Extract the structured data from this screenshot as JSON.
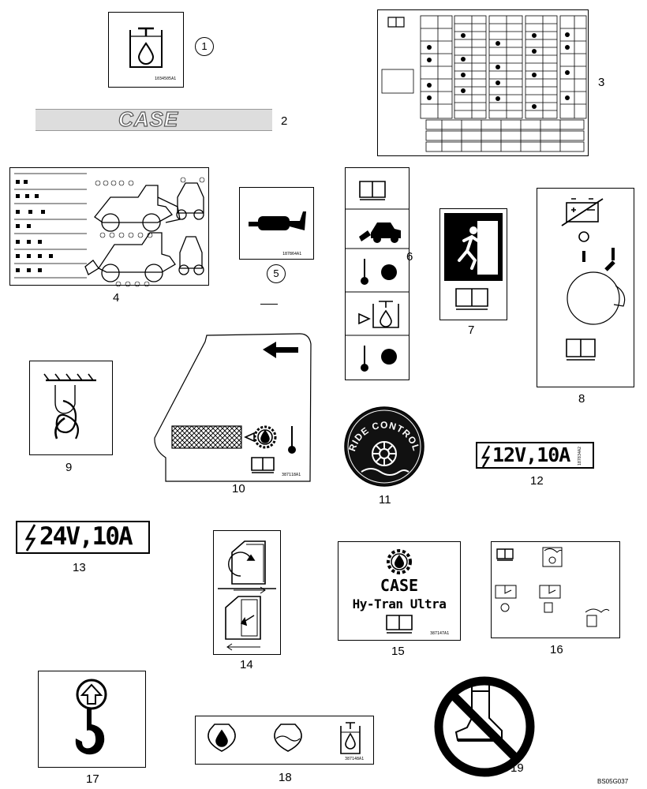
{
  "labels": {
    "case_logo": "CASE",
    "ride_control": "RIDE CONTROL",
    "volt_12": "12V,10A",
    "volt_24": "24V,10A",
    "hytran_brand": "CASE",
    "hytran_product": "Hy-Tran Ultra"
  },
  "callouts": [
    "1",
    "2",
    "3",
    "4",
    "5",
    "6",
    "7",
    "8",
    "9",
    "10",
    "11",
    "12",
    "13",
    "14",
    "15",
    "16",
    "17",
    "18",
    "19"
  ],
  "part_numbers": {
    "p1": "1034505A1",
    "p5": "187864A1",
    "p10": "387118A1",
    "p12": "187834A2",
    "p15": "387147A1",
    "p18": "387148A1"
  },
  "doc_id": "BS05G037"
}
